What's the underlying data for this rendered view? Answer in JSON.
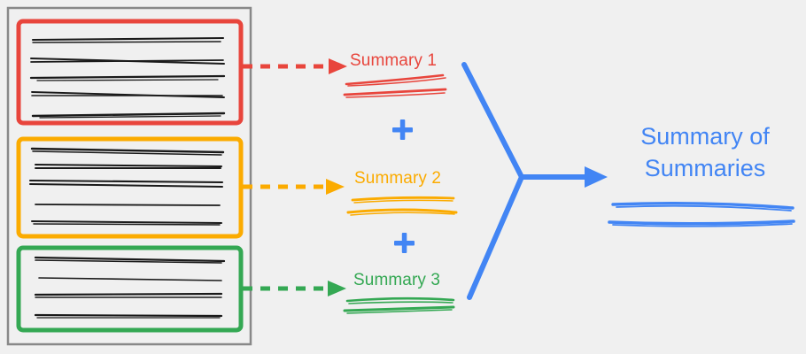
{
  "diagram": {
    "title": "Map-reduce style summarization: per-document summaries combined into a summary of summaries",
    "background_color": "#f0f0f0",
    "colors": {
      "red": "#e8453c",
      "orange": "#fbab00",
      "green": "#34a853",
      "blue": "#4285f4",
      "container_border": "#888888",
      "text_line": "#1a1a1a"
    },
    "document_container": {
      "name": "document-collection",
      "border_color": "#888888",
      "groups": [
        {
          "id": "doc-group-red",
          "color": "#e8453c",
          "line_count": 5,
          "summary_id": "summary-1"
        },
        {
          "id": "doc-group-orange",
          "color": "#fbab00",
          "line_count": 5,
          "summary_id": "summary-2"
        },
        {
          "id": "doc-group-green",
          "color": "#34a853",
          "line_count": 4,
          "summary_id": "summary-3"
        }
      ]
    },
    "summaries": [
      {
        "id": "summary-1",
        "label": "Summary 1",
        "color": "#e8453c",
        "underline_strokes": 2,
        "arrow_style": "dashed"
      },
      {
        "id": "summary-2",
        "label": "Summary 2",
        "color": "#fbab00",
        "underline_strokes": 2,
        "arrow_style": "dashed"
      },
      {
        "id": "summary-3",
        "label": "Summary 3",
        "color": "#34a853",
        "underline_strokes": 2,
        "arrow_style": "dashed"
      }
    ],
    "operators": [
      {
        "id": "plus-1",
        "symbol": "+",
        "color": "#4285f4"
      },
      {
        "id": "plus-2",
        "symbol": "+",
        "color": "#4285f4"
      }
    ],
    "merge_connector": {
      "name": "merge-arrow",
      "color": "#4285f4",
      "style": "solid",
      "branches": 3
    },
    "final_output": {
      "id": "summary-of-summaries",
      "label_line_1": "Summary of",
      "label_line_2": "Summaries",
      "color": "#4285f4",
      "underline_strokes": 2
    }
  }
}
